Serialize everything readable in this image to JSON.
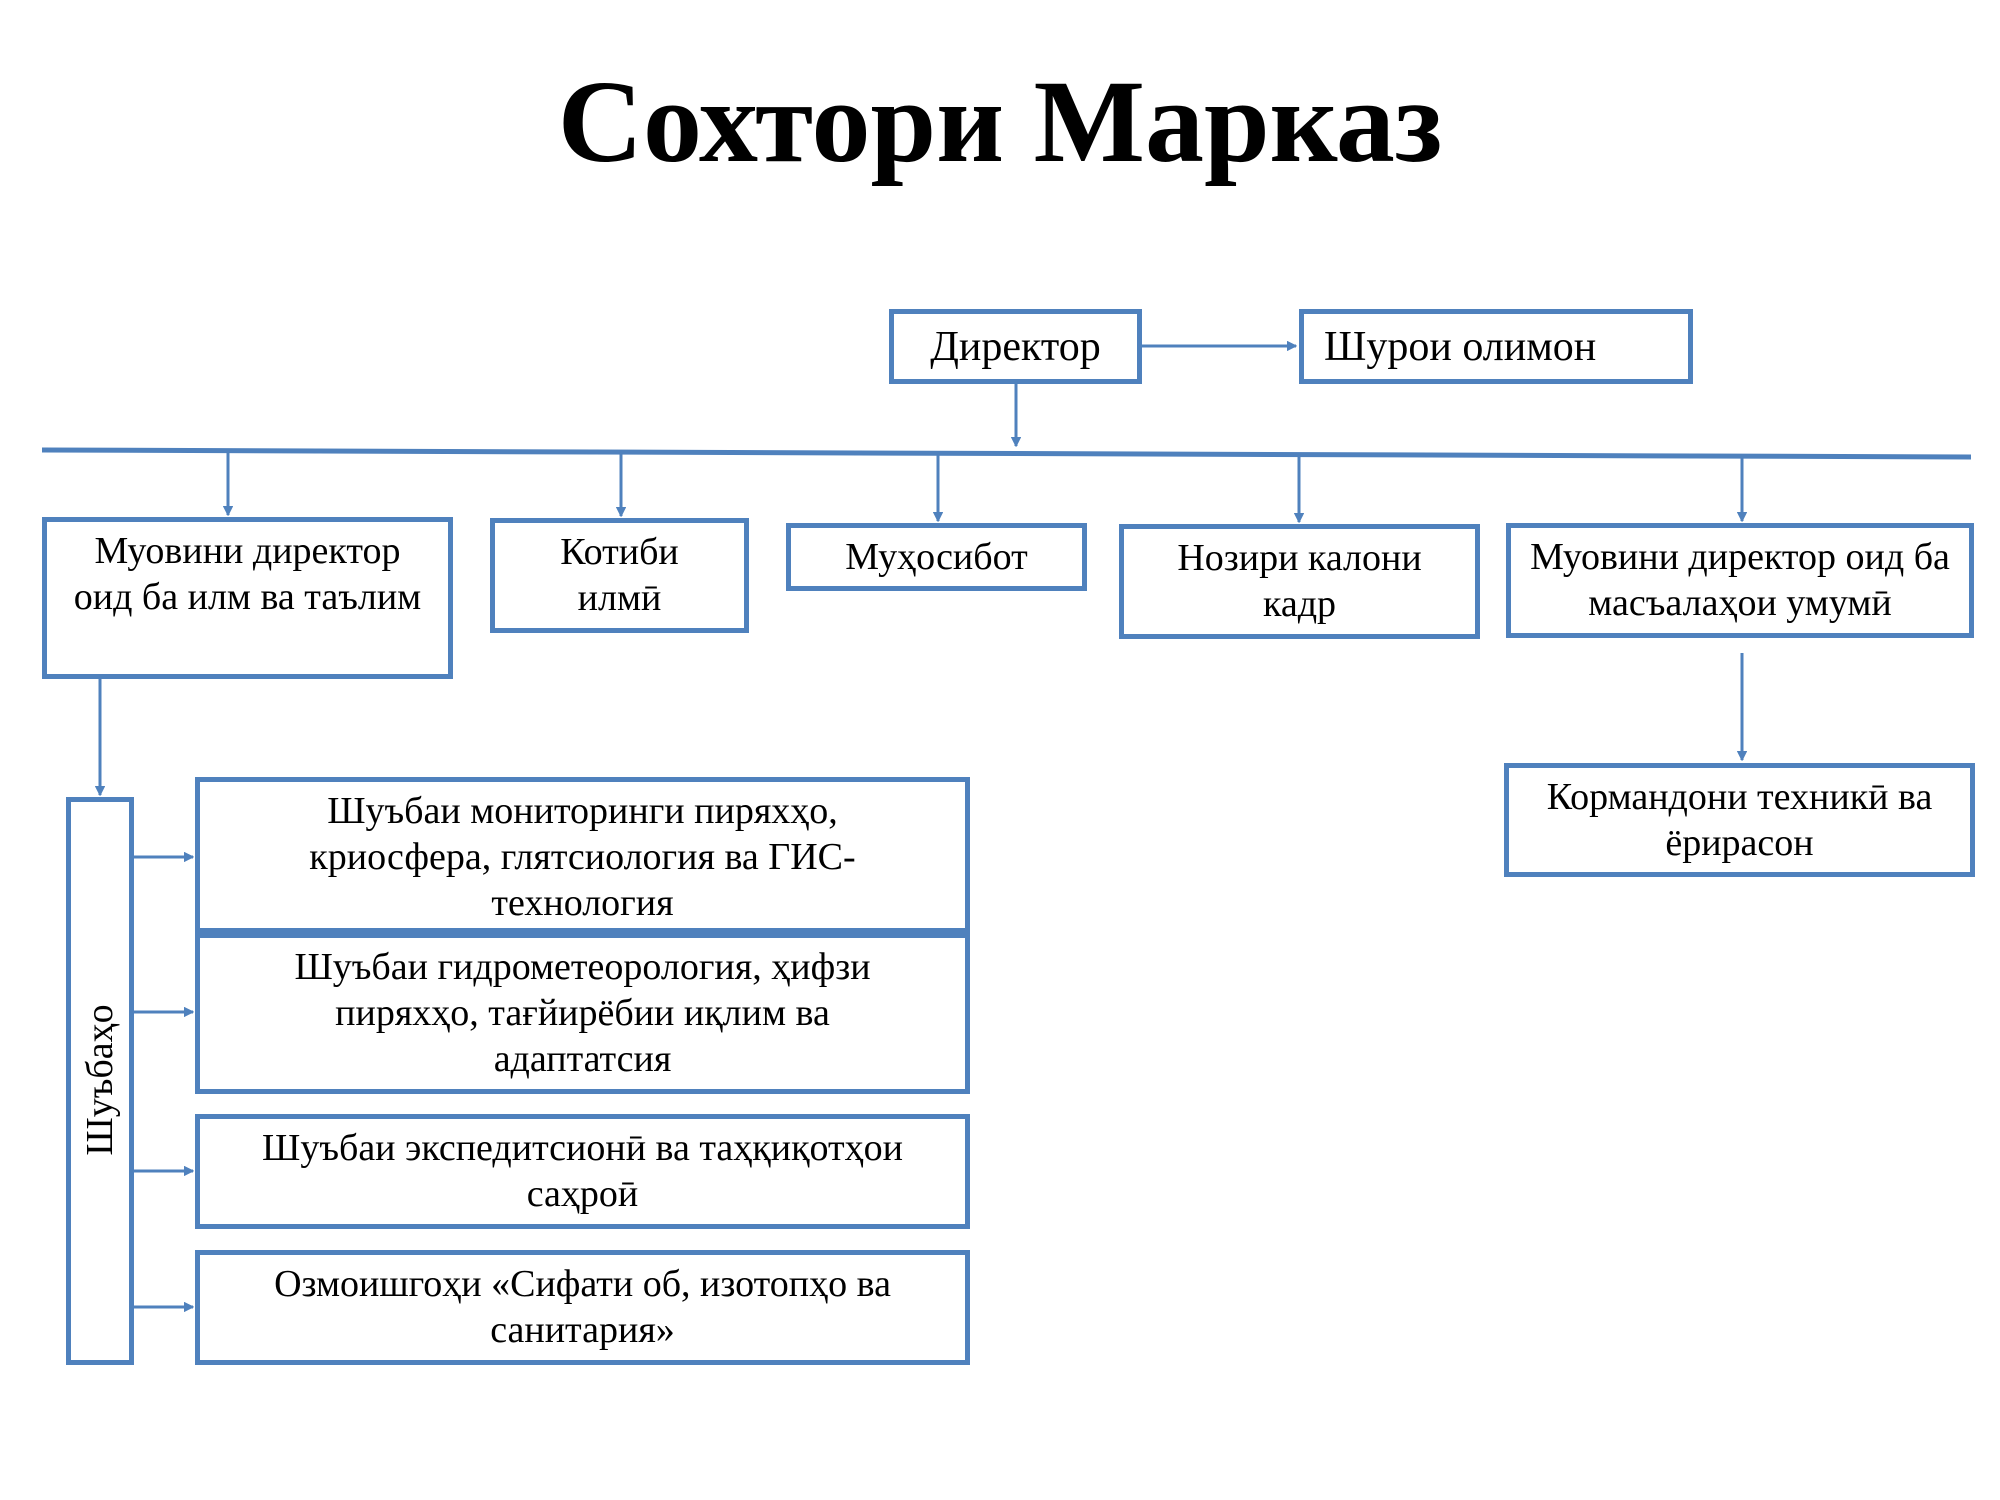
{
  "title": "Сохтори Марказ",
  "director": "Директор",
  "council": "Шурои олимон",
  "level2": [
    "Муовини директор оид ба илм ва таълим",
    "Котиби илмӣ",
    "Муҳосибот",
    "Нозири калони кадр",
    "Муовини директор оид ба масъалаҳои умумӣ"
  ],
  "technical_staff": "Кормандони техникӣ ва ёрирасон",
  "departments_label": "Шуъбаҳо",
  "departments": [
    "Шуъбаи мониторинги пиряхҳо, криосфера, глятсиология ва ГИС-технология",
    "Шуъбаи гидрометеорология, ҳифзи пиряхҳо, тағйирёбии иқлим ва адаптатсия",
    "Шуъбаи экспедитсионӣ ва таҳқиқотҳои саҳроӣ",
    "Озмоишгоҳи «Сифати об, изотопҳо ва санитария»"
  ],
  "colors": {
    "border": "#4f81bd"
  }
}
